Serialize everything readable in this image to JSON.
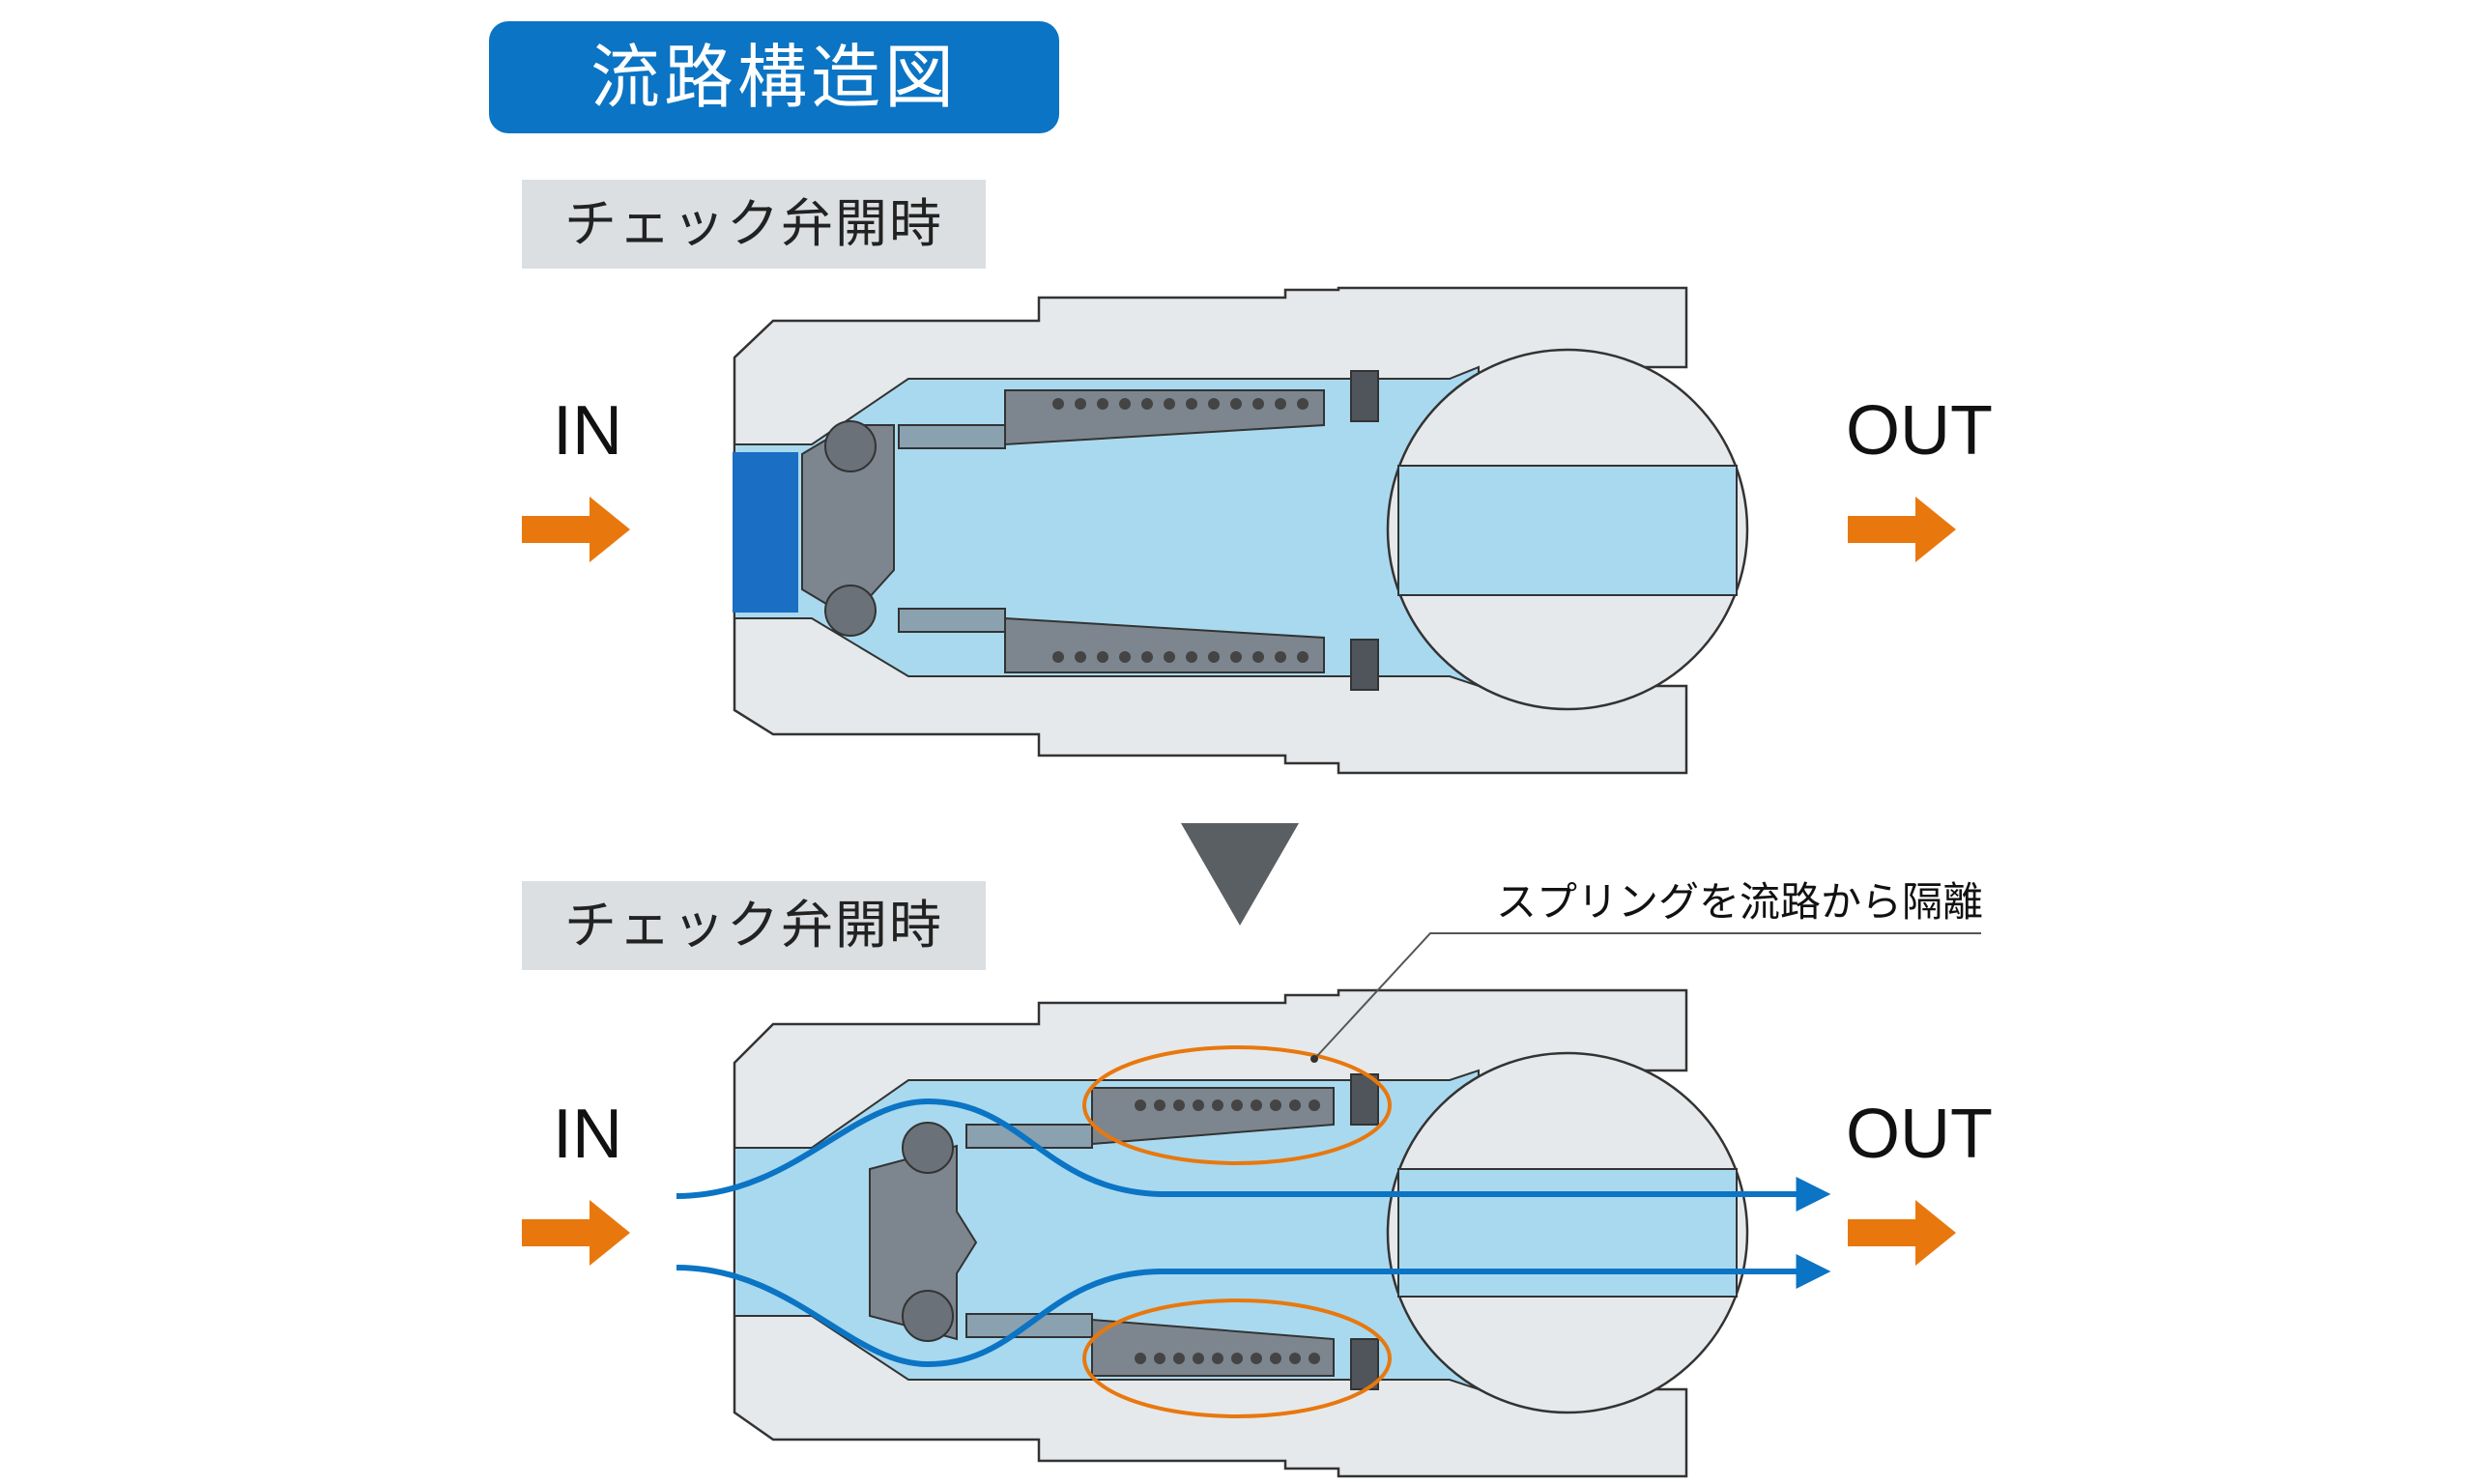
{
  "title": "流路構造図",
  "top_panel": {
    "state_label": "チェック弁開時",
    "in_label": "IN",
    "out_label": "OUT"
  },
  "bottom_panel": {
    "state_label": "チェック弁開時",
    "in_label": "IN",
    "out_label": "OUT",
    "callout": "スプリングを流路から隔離"
  },
  "colors": {
    "badge": "#0b74c4",
    "label_bg": "#dcdfe1",
    "arrow_orange": "#e8780e",
    "flow_blue": "#0b74c4",
    "fluid": "#a9d9ef",
    "body_gray": "#e6e9eb",
    "part_gray": "#7d868e",
    "highlight_orange": "#e8780e"
  }
}
